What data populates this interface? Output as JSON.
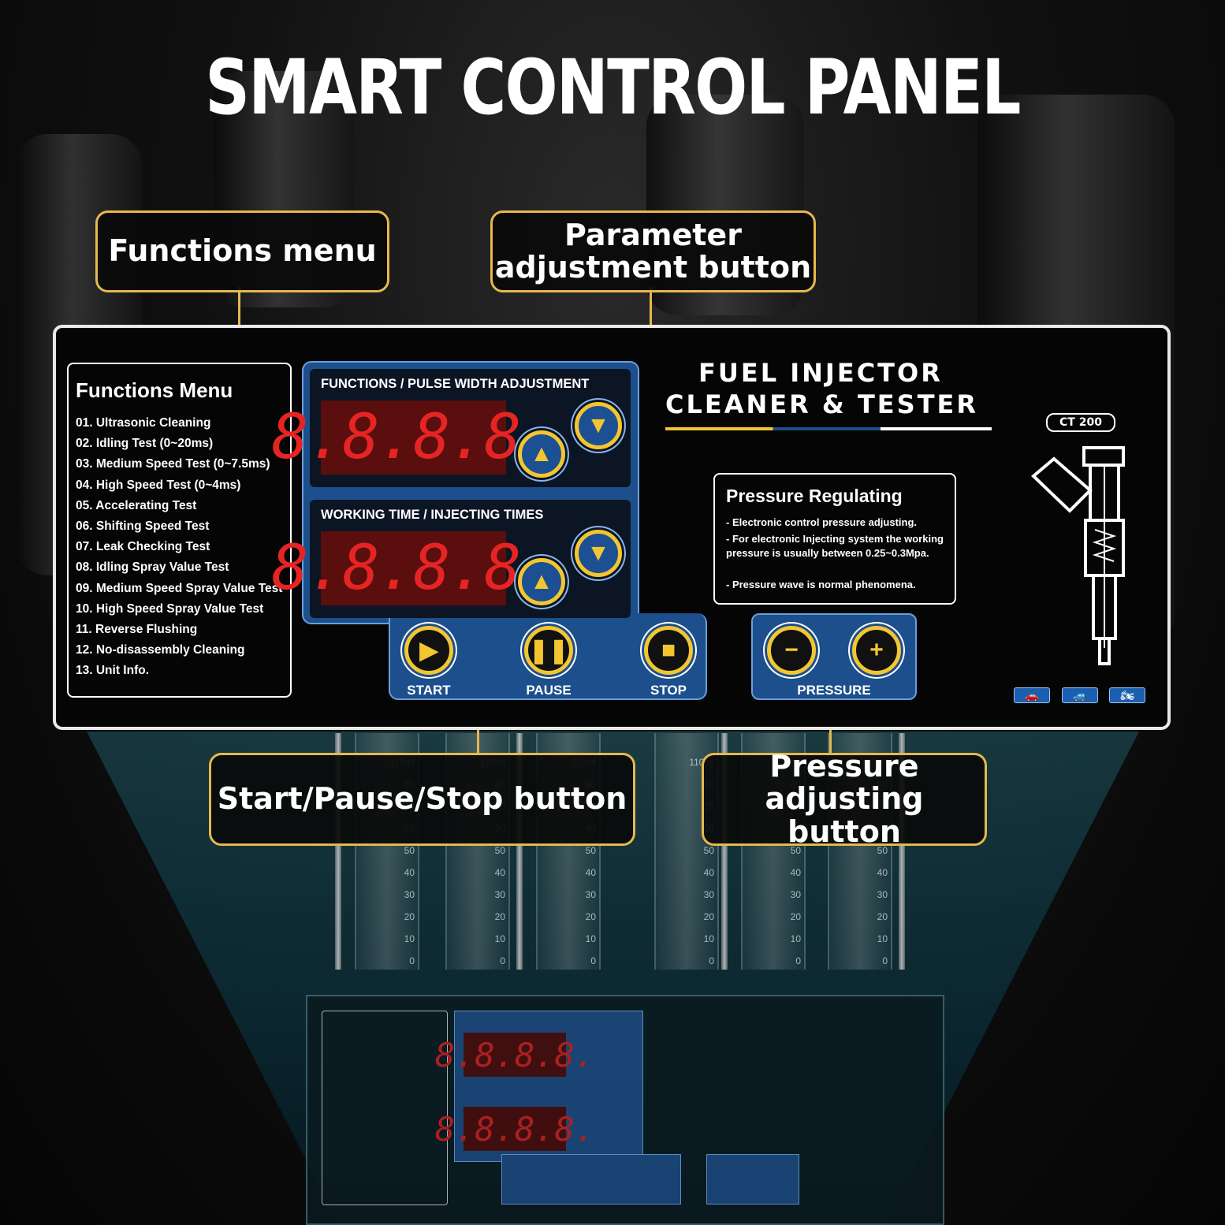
{
  "title": "SMART CONTROL PANEL",
  "callouts": {
    "functions_menu": "Functions menu",
    "parameter_adjustment": [
      "Parameter",
      "adjustment button"
    ],
    "start_pause_stop": "Start/Pause/Stop button",
    "pressure_adjusting": [
      "Pressure",
      "adjusting button"
    ]
  },
  "panel": {
    "functions_menu_title": "Functions Menu",
    "functions_menu_items": [
      "01. Ultrasonic Cleaning",
      "02. Idling Test (0~20ms)",
      "03. Medium Speed Test (0~7.5ms)",
      "04. High Speed Test (0~4ms)",
      "05. Accelerating Test",
      "06. Shifting Speed Test",
      "07. Leak Checking Test",
      "08. Idling Spray Value Test",
      "09. Medium Speed Spray Value Test",
      "10. High Speed Spray Value Test",
      "11. Reverse Flushing",
      "12. No-disassembly Cleaning",
      "13. Unit Info."
    ],
    "display1_label": "FUNCTIONS / PULSE WIDTH ADJUSTMENT",
    "display2_label": "WORKING TIME / INJECTING TIMES",
    "display_value": "8.8.8.8.",
    "start_label": "START",
    "pause_label": "PAUSE",
    "stop_label": "STOP",
    "pressure_label": "PRESSURE",
    "brand_line1": "FUEL INJECTOR",
    "brand_line2": "CLEANER & TESTER",
    "model": "CT 200",
    "pressure_title": "Pressure Regulating",
    "pressure_notes": [
      "Electronic control pressure adjusting.",
      "For electronic Injecting system the working pressure is usually between 0.25~0.3Mpa.",
      "Pressure wave is normal phenomena."
    ]
  },
  "scale_marks": [
    "110ml",
    "80",
    "70",
    "60",
    "50",
    "40",
    "30",
    "20",
    "10",
    "0"
  ],
  "icons": {
    "up": "triangle-up-icon",
    "down": "triangle-down-icon",
    "start": "play-icon",
    "pause": "pause-icon",
    "stop": "stop-icon",
    "minus": "minus-icon",
    "plus": "plus-icon",
    "vehicles": [
      "car-icon",
      "suv-icon",
      "motorcycle-icon"
    ]
  },
  "colors": {
    "accent": "#e6b84c",
    "panel_blue": "#1c4f8c",
    "segment_red": "#e62424",
    "button_yellow": "#f3c631"
  }
}
